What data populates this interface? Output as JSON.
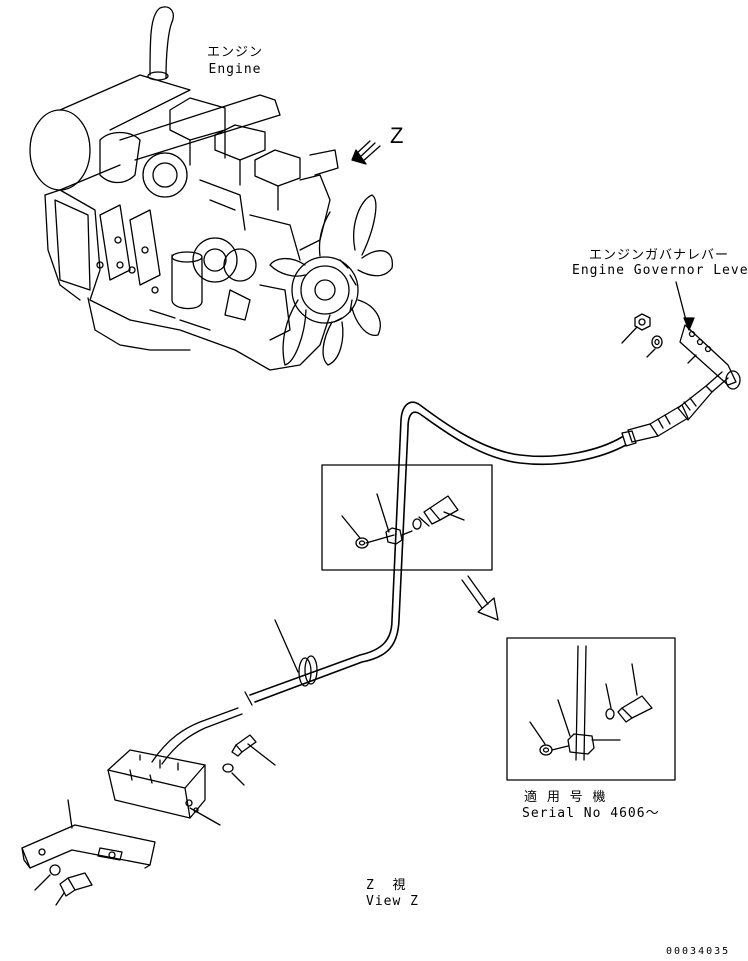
{
  "labels": {
    "engine_jp": "エンジン",
    "engine_en": "Engine",
    "view_letter": "Z",
    "governor_jp": "エンジンガバナレバー",
    "governor_en": "Engine Governor Lever",
    "serial_jp": "適 用 号 機",
    "serial_en": "Serial No 4606～",
    "view_jp": "Z  視",
    "view_en": "View Z",
    "drawing_no": "00034035"
  },
  "colors": {
    "line": "#000000",
    "background": "#ffffff"
  },
  "icons": [
    "view-direction-arrow-icon",
    "detail-callout-arrow-icon"
  ]
}
